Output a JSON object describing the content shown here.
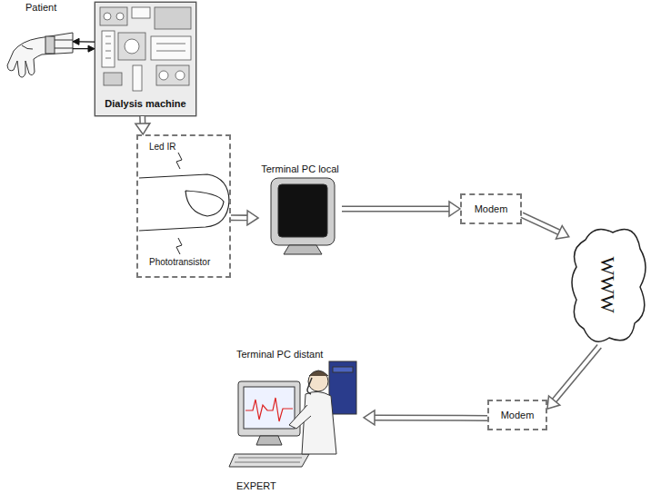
{
  "diagram": {
    "nodes": [
      {
        "text": [
          "Patient"
        ]
      },
      {
        "text": [
          "Dialysis machine"
        ]
      },
      {
        "text": [
          "Led IR",
          "Phototransistor"
        ]
      },
      {
        "text": [
          "Terminal PC local"
        ]
      },
      {
        "text": [
          "Modem"
        ]
      },
      {
        "text": [
          "WWW"
        ]
      },
      {
        "text": [
          "Modem"
        ]
      },
      {
        "text": [
          "Terminal PC distant",
          "EXPERT"
        ]
      }
    ],
    "edges": [
      {
        "from": 1,
        "to": 0,
        "arrow": "to"
      },
      {
        "from": 0,
        "to": 1,
        "arrow": "to"
      },
      {
        "from": 1,
        "to": 2,
        "arrow": "to"
      },
      {
        "from": 2,
        "to": 3,
        "arrow": "to"
      },
      {
        "from": 3,
        "to": 4,
        "arrow": "to"
      },
      {
        "from": 4,
        "to": 5,
        "arrow": "to"
      },
      {
        "from": 5,
        "to": 6,
        "arrow": "to"
      },
      {
        "from": 6,
        "to": 7,
        "arrow": "to"
      }
    ]
  }
}
